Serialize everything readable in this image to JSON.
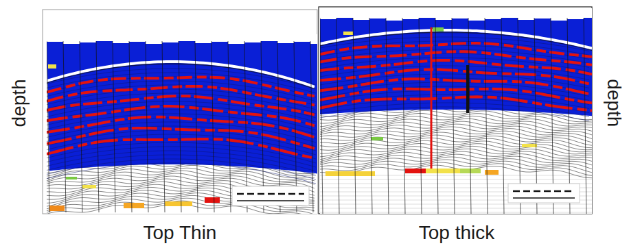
{
  "diagram": {
    "labels": [
      "depth",
      "Top Thin",
      "Top thick",
      "depth"
    ]
  }
}
